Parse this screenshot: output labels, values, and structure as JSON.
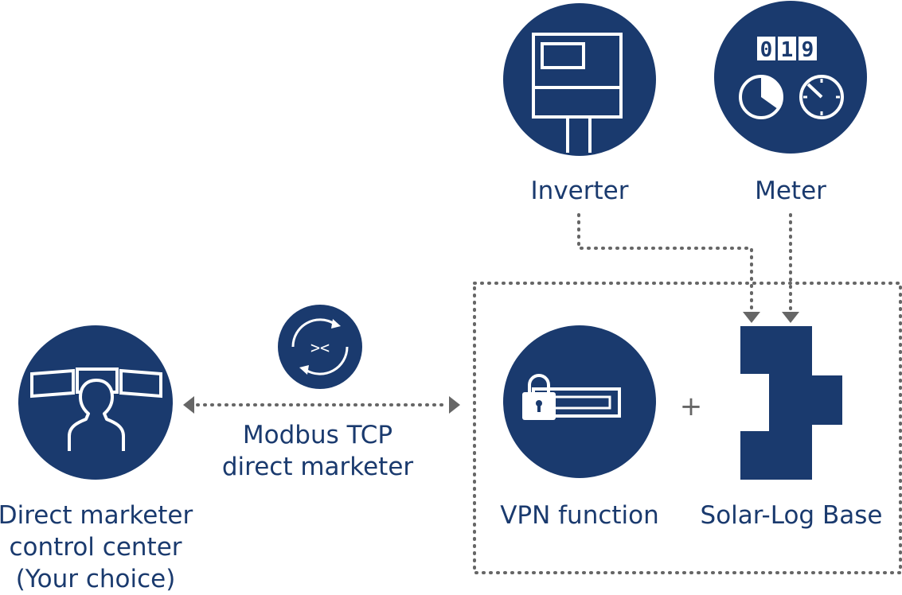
{
  "colors": {
    "brand_navy": "#1a3a6e",
    "connector_gray": "#666666",
    "background": "#ffffff"
  },
  "nodes": {
    "inverter": {
      "label": "Inverter",
      "icon": "inverter-icon"
    },
    "meter": {
      "label": "Meter",
      "icon": "meter-icon",
      "display_digits": [
        "0",
        "1",
        "9"
      ]
    },
    "direct_marketer": {
      "label_lines": [
        "Direct marketer",
        "control center",
        "(Your choice)"
      ],
      "icon": "control-center-icon"
    },
    "vpn": {
      "label": "VPN function",
      "icon": "vpn-lock-icon"
    },
    "solar_log": {
      "label": "Solar-Log Base",
      "icon": "solar-log-device-icon"
    }
  },
  "connection": {
    "label_lines": [
      "Modbus TCP",
      "direct marketer"
    ],
    "icon": "sync-arrows-icon",
    "icon_glyph": "><"
  },
  "plus_sign": "+"
}
